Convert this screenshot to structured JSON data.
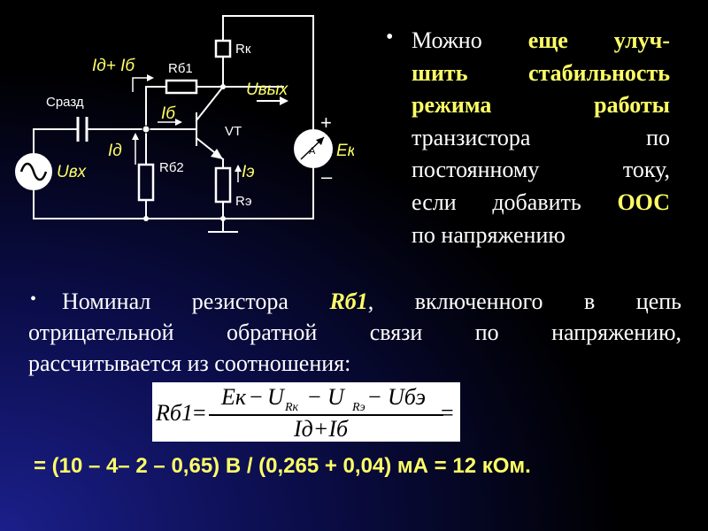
{
  "circuit": {
    "labels": {
      "id_plus_ib": "Iд+ Iб",
      "rb1": "Rб1",
      "rk": "Rк",
      "uvyx": "Uвых",
      "crazd": "Cразд",
      "ib": "Iб",
      "vt": "VT",
      "plus": "+",
      "ek": "Eк",
      "minus": "–",
      "id": "Iд",
      "rb2": "Rб2",
      "ie": "Iэ",
      "uvx": "Uвх",
      "re": "Rэ",
      "ammeter": "A"
    }
  },
  "right_text": {
    "bullet": "•",
    "lines": [
      [
        {
          "t": "Можно",
          "hl": false
        },
        {
          "t": "еще",
          "hl": true
        },
        {
          "t": "улуч-",
          "hl": true
        }
      ],
      [
        {
          "t": "шить",
          "hl": true
        },
        {
          "t": "стабильность",
          "hl": true
        }
      ],
      [
        {
          "t": "режима",
          "hl": true
        },
        {
          "t": "работы",
          "hl": true
        }
      ],
      [
        {
          "t": "транзистора",
          "hl": false
        },
        {
          "t": "по",
          "hl": false
        }
      ],
      [
        {
          "t": "постоянному",
          "hl": false
        },
        {
          "t": "току,",
          "hl": false
        }
      ],
      [
        {
          "t": "если",
          "hl": false
        },
        {
          "t": "добавить",
          "hl": false
        },
        {
          "t": "ООС",
          "hl": true
        }
      ],
      [
        {
          "t": "по напряжению",
          "hl": false
        }
      ]
    ]
  },
  "bottom_text": {
    "bullet": "•",
    "line1_before": "Номинал резистора ",
    "line1_rb1": "Rб1",
    "line1_after": ", включенного в цепь",
    "line2": "отрицательной обратной связи по напряжению,",
    "line3": "рассчитывается из соотношения:"
  },
  "formula": {
    "lhs": "Rб1",
    "eq": "=",
    "num_ek": "Eк",
    "minus1": "−",
    "u1": "U",
    "sub1": "Rк",
    "minus2": "−",
    "u2": "U",
    "sub2": "Rэ",
    "minus3": "−",
    "ube": "Uбэ",
    "den": "Iд+Iб",
    "eq_right": "="
  },
  "result": "= (10 – 4– 2 – 0,65) В / (0,265 + 0,04) мА = 12 кОм.",
  "colors": {
    "text": "#ffffff",
    "highlight": "#ffff66",
    "background": "#000000"
  }
}
